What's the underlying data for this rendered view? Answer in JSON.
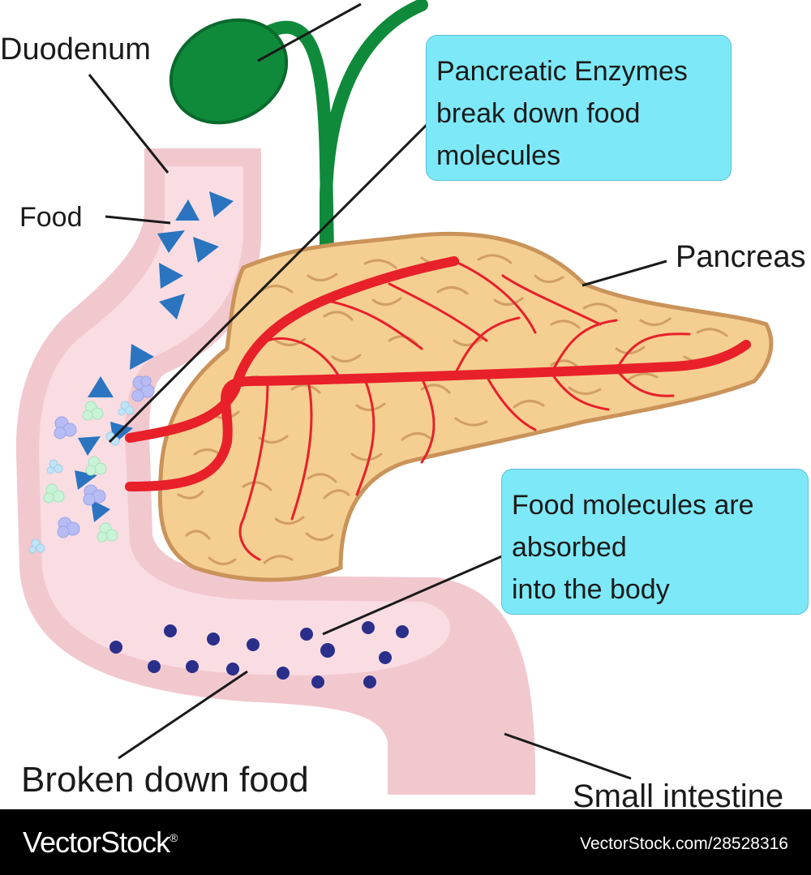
{
  "labels": {
    "duodenum": "Duodenum",
    "food": "Food",
    "pancreas": "Pancreas",
    "broken_down_food": "Broken down food",
    "small_intestine": "Small intestine"
  },
  "callouts": {
    "enzymes": [
      "Pancreatic Enzymes",
      "break down food",
      "molecules"
    ],
    "absorbed": [
      "Food molecules are",
      "absorbed",
      "into the body"
    ]
  },
  "footer": {
    "brand": "VectorStock",
    "brand_mark": "®",
    "image_id": "VectorStock.com/28528316"
  },
  "colors": {
    "intestine_outer": "#f2c8cf",
    "intestine_inner": "#f9dde3",
    "gallbladder": "#0f8a3a",
    "pancreas_fill": "#f4cf91",
    "pancreas_outline": "#c9935a",
    "blood_vessel": "#e8202a",
    "food_triangle": "#2a74c0",
    "broken_food_dot": "#2a2f8a",
    "callout_bg": "#7de9f8"
  }
}
